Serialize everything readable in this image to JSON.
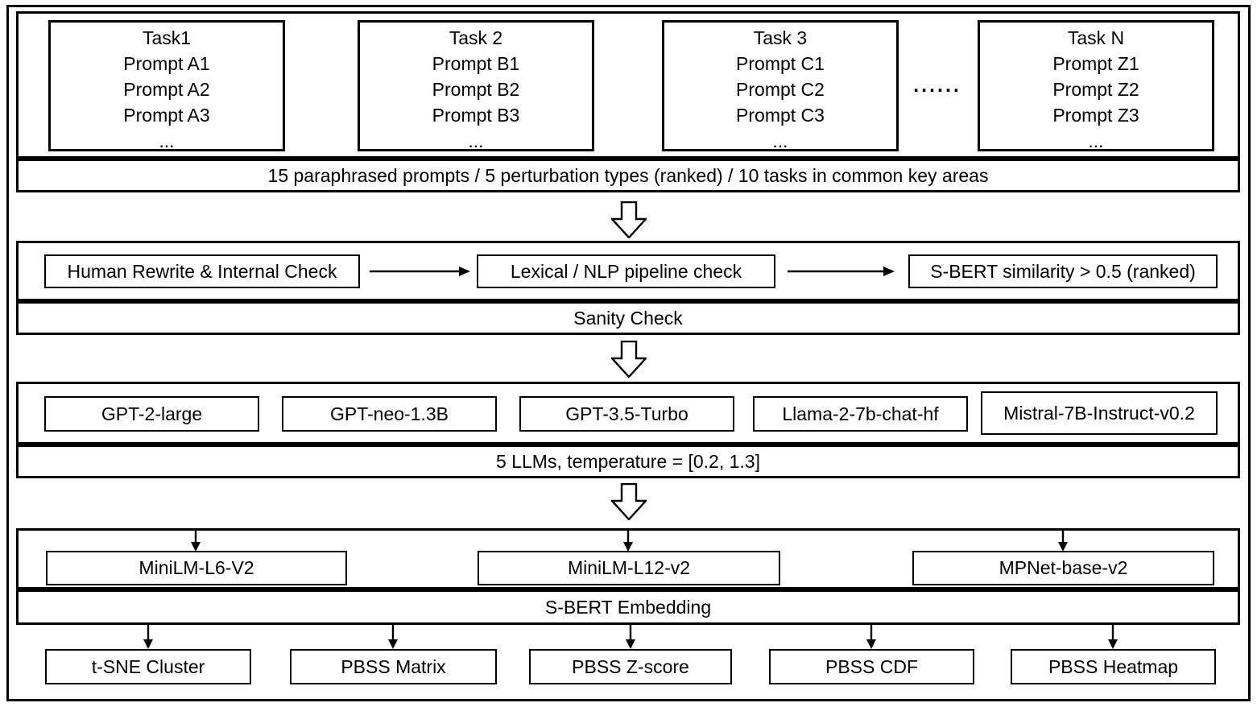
{
  "colors": {
    "line": "#000000",
    "background": "#ffffff"
  },
  "diagram": {
    "tasks_row": {
      "boxes": [
        {
          "title": "Task1",
          "lines": [
            "Prompt A1",
            "Prompt A2",
            "Prompt A3",
            "..."
          ]
        },
        {
          "title": "Task 2",
          "lines": [
            "Prompt B1",
            "Prompt B2",
            "Prompt B3",
            "..."
          ]
        },
        {
          "title": "Task 3",
          "lines": [
            "Prompt C1",
            "Prompt C2",
            "Prompt C3",
            "..."
          ]
        },
        {
          "title": "Task N",
          "lines": [
            "Prompt Z1",
            "Prompt Z2",
            "Prompt Z3",
            "..."
          ]
        }
      ],
      "ellipsis": "......",
      "caption": "15 paraphrased prompts / 5 perturbation types (ranked) / 10 tasks in common key areas"
    },
    "sanity_row": {
      "steps": [
        "Human Rewrite & Internal Check",
        "Lexical / NLP pipeline check",
        "S-BERT similarity > 0.5 (ranked)"
      ],
      "caption": "Sanity Check"
    },
    "llm_row": {
      "models": [
        "GPT-2-large",
        "GPT-neo-1.3B",
        "GPT-3.5-Turbo",
        "Llama-2-7b-chat-hf",
        "Mistral-7B-Instruct-v0.2"
      ],
      "caption": "5 LLMs, temperature = [0.2, 1.3]"
    },
    "embedding_row": {
      "models": [
        "MiniLM-L6-V2",
        "MiniLM-L12-v2",
        "MPNet-base-v2"
      ],
      "caption": "S-BERT Embedding"
    },
    "outputs_row": {
      "boxes": [
        "t-SNE Cluster",
        "PBSS Matrix",
        "PBSS Z-score",
        "PBSS CDF",
        "PBSS Heatmap"
      ]
    }
  }
}
